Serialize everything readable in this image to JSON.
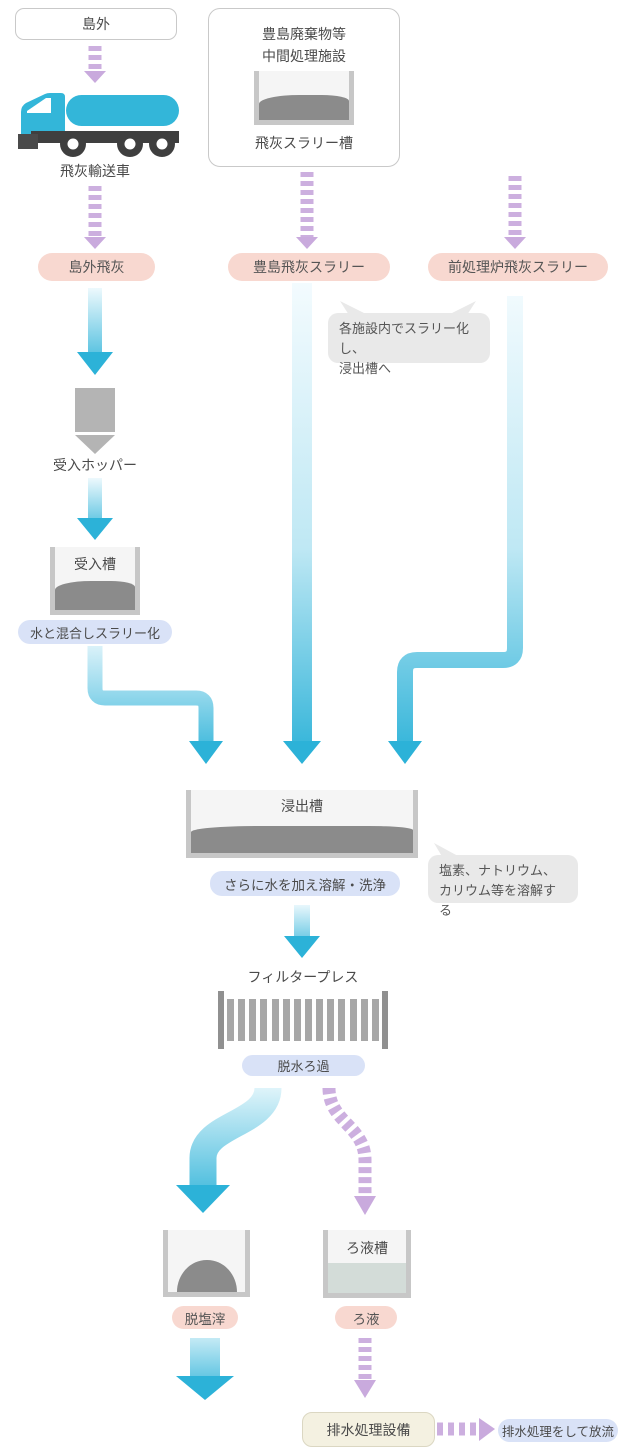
{
  "flow": {
    "source_box": "島外",
    "truck_label": "飛灰輸送車",
    "facility": {
      "title1": "豊島廃棄物等",
      "title2": "中間処理施設",
      "tank_label": "飛灰スラリー槽"
    },
    "pill_shimagai": "島外飛灰",
    "pill_teshima": "豊島飛灰スラリー",
    "pill_pretreatment": "前処理炉飛灰スラリー",
    "hopper_label": "受入ホッパー",
    "receiving_tank_label": "受入槽",
    "note_mix": "水と混合しスラリー化",
    "bubble_slurry_line1": "各施設内でスラリー化し、",
    "bubble_slurry_line2": "浸出槽へ",
    "leaching_tank_label": "浸出槽",
    "note_dissolve": "さらに水を加え溶解・洗浄",
    "bubble_dissolve_line1": "塩素、ナトリウム、",
    "bubble_dissolve_line2": "カリウム等を溶解する",
    "filter_press_label": "フィルタープレス",
    "note_dewater": "脱水ろ過",
    "pill_residue": "脱塩滓",
    "filtrate_tank_label": "ろ液槽",
    "pill_filtrate": "ろ液",
    "treatment_box_label": "排水処理設備",
    "note_discharge": "排水処理をして放流"
  },
  "colors": {
    "cyan": "#2cb2d8",
    "cyan_light": "#e8f7fc",
    "purple": "#c9aadd",
    "pink_pill": "#f8d8d0",
    "blue_pill": "#d9e2f7",
    "bubble_gray": "#e9e9e9",
    "tank_wall": "#c7c7c7",
    "sludge_gray": "#8b8b8b",
    "liquid_gray": "#d3dcd8",
    "beige_box": "#f4f1e1"
  }
}
